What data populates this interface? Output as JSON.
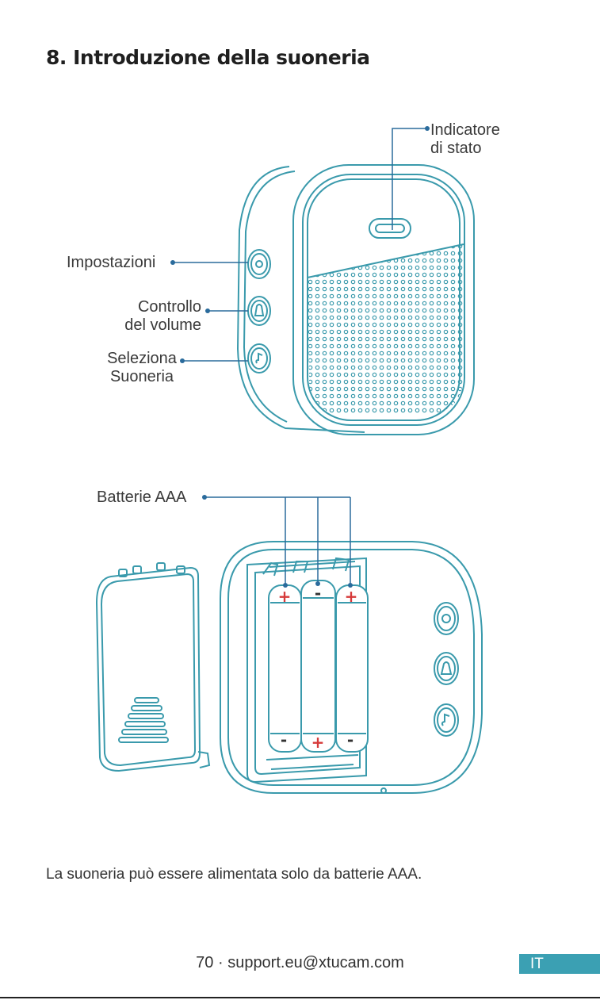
{
  "page": {
    "title": "8. Introduzione della suoneria",
    "caption": "La suoneria può essere alimentata solo da batterie AAA.",
    "footer": "70 · support.eu@xtucam.com",
    "lang": "IT"
  },
  "labels": {
    "status_indicator": [
      "Indicatore",
      "di stato"
    ],
    "settings": "Impostazioni",
    "volume_control": [
      "Controllo",
      "del volume"
    ],
    "select_ringtone": [
      "Seleziona",
      "Suoneria"
    ],
    "batteries": "Batterie AAA"
  },
  "batteries": {
    "top_polarity": [
      "+",
      "-",
      "+"
    ],
    "bottom_polarity": [
      "-",
      "+",
      "-"
    ]
  },
  "colors": {
    "outline": "#3a9aac",
    "leader": "#2a6b9c",
    "plus": "#d63a3a",
    "badge": "#3ba0b3"
  }
}
